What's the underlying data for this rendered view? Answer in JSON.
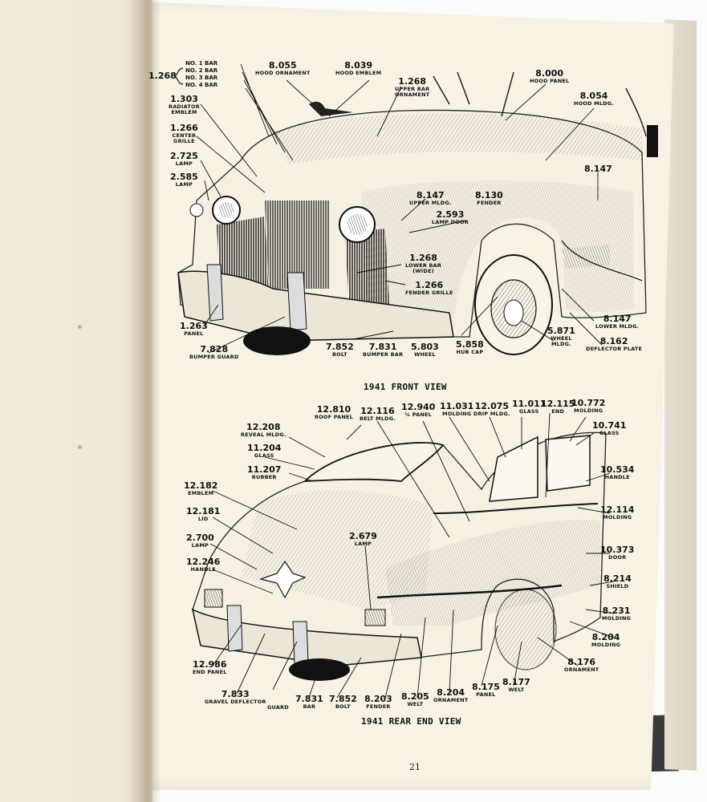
{
  "front_view": {
    "title": "1941 FRONT VIEW",
    "bar_group": {
      "number": "1.268",
      "bars": [
        "NO. 1 BAR",
        "NO. 2 BAR",
        "NO. 3 BAR",
        "NO. 4 BAR"
      ]
    },
    "labels": [
      {
        "num": "8.055",
        "text": "HOOD ORNAMENT"
      },
      {
        "num": "8.039",
        "text": "HOOD EMBLEM"
      },
      {
        "num": "1.268",
        "text": "UPPER BAR",
        "text2": "ORNAMENT"
      },
      {
        "num": "8.000",
        "text": "HOOD PANEL"
      },
      {
        "num": "8.054",
        "text": "HOOD MLDG."
      },
      {
        "num": "1.303",
        "text": "RADIATOR",
        "text2": "EMBLEM"
      },
      {
        "num": "1.266",
        "text": "CENTER",
        "text2": "GRILLE"
      },
      {
        "num": "2.725",
        "text": "LAMP"
      },
      {
        "num": "2.585",
        "text": "LAMP"
      },
      {
        "num": "8.147",
        "text": ""
      },
      {
        "num": "8.147",
        "text": "UPPER MLDG."
      },
      {
        "num": "8.130",
        "text": "FENDER"
      },
      {
        "num": "2.593",
        "text": "LAMP DOOR"
      },
      {
        "num": "1.268",
        "text": "LOWER BAR",
        "text2": "(WIDE)"
      },
      {
        "num": "1.266",
        "text": "FENDER GRILLE"
      },
      {
        "num": "1.263",
        "text": "PANEL"
      },
      {
        "num": "7.828",
        "text": "BUMPER GUARD"
      },
      {
        "num": "7.852",
        "text": "BOLT"
      },
      {
        "num": "7.831",
        "text": "BUMPER BAR"
      },
      {
        "num": "5.803",
        "text": "WHEEL"
      },
      {
        "num": "5.858",
        "text": "HUB CAP"
      },
      {
        "num": "5.871",
        "text": "WHEEL",
        "text2": "MLDG."
      },
      {
        "num": "8.147",
        "text": "LOWER MLDG."
      },
      {
        "num": "8.162",
        "text": "DEFLECTOR PLATE"
      }
    ]
  },
  "rear_view": {
    "title": "1941 REAR END VIEW",
    "labels": [
      {
        "num": "12.810",
        "text": "ROOF PANEL"
      },
      {
        "num": "12.116",
        "text": "BELT MLDG."
      },
      {
        "num": "12.940",
        "text": "¼ PANEL"
      },
      {
        "num": "11.031",
        "text": "MOLDING"
      },
      {
        "num": "12.075",
        "text": "DRIP MLDG."
      },
      {
        "num": "11.011",
        "text": "GLASS"
      },
      {
        "num": "12.115",
        "text": "END"
      },
      {
        "num": "10.772",
        "text": "MOLDING"
      },
      {
        "num": "10.741",
        "text": "GLASS"
      },
      {
        "num": "12.208",
        "text": "REVEAL MLDG."
      },
      {
        "num": "11.204",
        "text": "GLASS"
      },
      {
        "num": "11.207",
        "text": "RUBBER"
      },
      {
        "num": "12.182",
        "text": "EMBLEM"
      },
      {
        "num": "12.181",
        "text": "LID"
      },
      {
        "num": "2.700",
        "text": "LAMP"
      },
      {
        "num": "2.679",
        "text": "LAMP"
      },
      {
        "num": "12.246",
        "text": "HANDLE"
      },
      {
        "num": "10.534",
        "text": "HANDLE"
      },
      {
        "num": "12.114",
        "text": "MOLDING"
      },
      {
        "num": "10.373",
        "text": "DOOR"
      },
      {
        "num": "8.214",
        "text": "SHIELD"
      },
      {
        "num": "8.231",
        "text": "MOLDING"
      },
      {
        "num": "8.204",
        "text": "MOLDING"
      },
      {
        "num": "8.176",
        "text": "ORNAMENT"
      },
      {
        "num": "12.986",
        "text": "END PANEL"
      },
      {
        "num": "7.833",
        "text": "GRAVEL DEFLECTOR"
      },
      {
        "num": "",
        "text": "GUARD"
      },
      {
        "num": "7.831",
        "text": "BAR"
      },
      {
        "num": "7.852",
        "text": "BOLT"
      },
      {
        "num": "8.203",
        "text": "FENDER"
      },
      {
        "num": "8.205",
        "text": "WELT"
      },
      {
        "num": "8.204",
        "text": "ORNAMENT"
      },
      {
        "num": "8.175",
        "text": "PANEL"
      },
      {
        "num": "8.177",
        "text": "WELT"
      }
    ]
  },
  "page_number": "21"
}
